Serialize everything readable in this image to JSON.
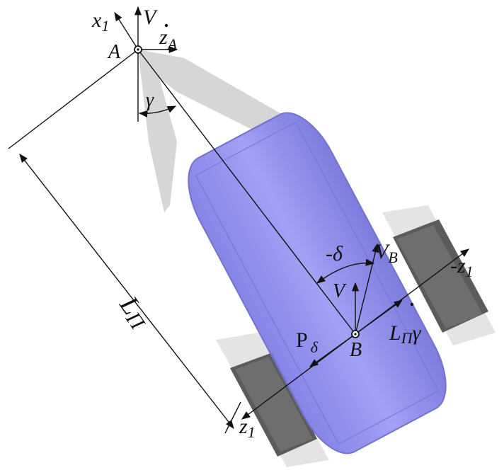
{
  "labels": {
    "x1": "x",
    "x1_sub": "1",
    "v_top": "V",
    "point_a": "A",
    "z_dot": "z",
    "z_dot_sub": "A",
    "gamma": "γ",
    "length": "L",
    "length_sub": "Π",
    "delta": "-δ",
    "vb": "V",
    "vb_sub": "B",
    "minus_z1": "-z",
    "minus_z1_sub": "1",
    "v_mid": "V",
    "l_gamma": "L",
    "l_gamma_sub": "Π",
    "l_gamma_sym": "γ",
    "p": "P",
    "p_sub": "δ",
    "point_b": "B",
    "z1": "z",
    "z1_sub": "1"
  },
  "colors": {
    "body_fill": "#8f8ff0",
    "body_edge": "#6c6cc8",
    "frame_fill": "#d4d4d4",
    "tire_fill": "#5a5a5a",
    "line": "#111111"
  }
}
